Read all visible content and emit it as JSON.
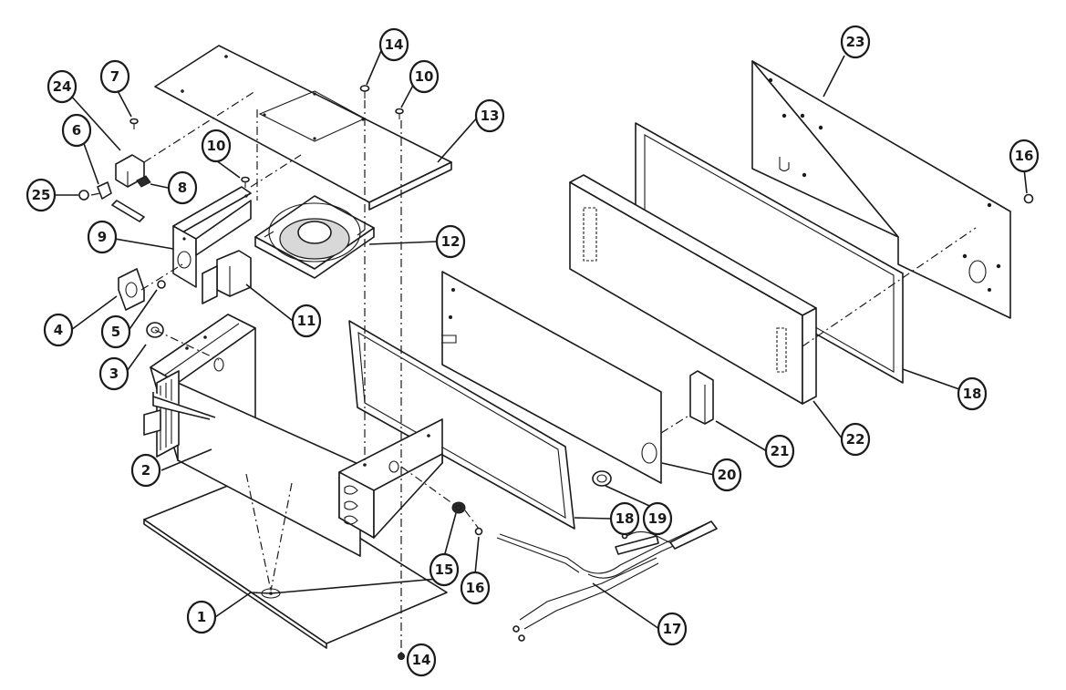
{
  "callouts": {
    "c1": "1",
    "c2": "2",
    "c3": "3",
    "c4": "4",
    "c5": "5",
    "c6": "6",
    "c7": "7",
    "c8": "8",
    "c9": "9",
    "c10a": "10",
    "c10b": "10",
    "c11": "11",
    "c12": "12",
    "c13": "13",
    "c14a": "14",
    "c14b": "14",
    "c15": "15",
    "c16a": "16",
    "c16b": "16",
    "c17": "17",
    "c18a": "18",
    "c18b": "18",
    "c19": "19",
    "c20": "20",
    "c21": "21",
    "c22": "22",
    "c23": "23",
    "c24": "24",
    "c25": "25"
  },
  "colors": {
    "ink": "#1a1a1a",
    "background": "#ffffff"
  }
}
